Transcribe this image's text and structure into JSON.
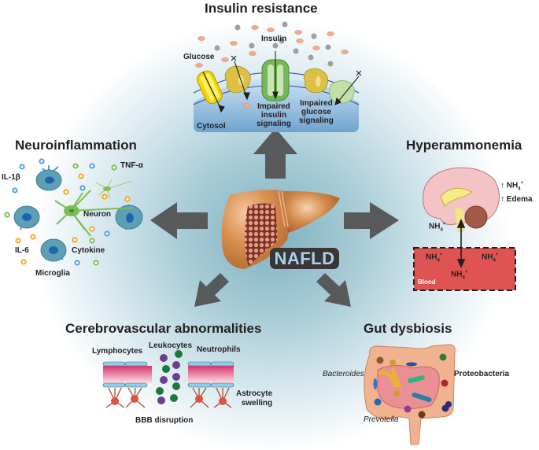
{
  "center": {
    "label": "NAFLD",
    "organ_icon": "liver-icon"
  },
  "insulin_resistance": {
    "title": "Insulin resistance",
    "labels": {
      "glucose": "Glucose",
      "insulin": "Insulin",
      "cytosol": "Cytosol",
      "impaired_insulin": [
        "Impaired",
        "insulin",
        "signaling"
      ],
      "impaired_glucose": [
        "Impaired",
        "glucose",
        "signaling"
      ]
    },
    "blocked_mark": "×"
  },
  "neuroinflammation": {
    "title": "Neuroinflammation",
    "labels": {
      "il1b": "IL-1β",
      "tnfa": "TNF-α",
      "neuron": "Neuron",
      "il6": "IL-6",
      "cytokine": "Cytokine",
      "microglia": "Microglia"
    }
  },
  "hyperammonemia": {
    "title": "Hyperammonemia",
    "labels": {
      "nh4_up": "NH",
      "nh4_sub": "4",
      "nh4_sup": "+",
      "edema": "Edema",
      "up_arrow": "↑",
      "blood": "Blood"
    }
  },
  "cerebrovascular": {
    "title": "Cerebrovascular abnormalities",
    "labels": {
      "lymphocytes": "Lymphocytes",
      "leukocytes": "Leukocytes",
      "neutrophils": "Neutrophils",
      "astrocyte": [
        "Astrocyte",
        "swelling"
      ],
      "bbb": "BBB disruption"
    }
  },
  "gut_dysbiosis": {
    "title": "Gut dysbiosis",
    "labels": {
      "bacteroides": "Bacteroides",
      "proteobacteria": "Proteobacteria",
      "prevotella": "Prevotella"
    }
  },
  "colors": {
    "arrow": "#58595b",
    "nafld_text": "#a8d2ea",
    "nafld_bg": "#3a3537",
    "blood": "#e05353",
    "cytosol": "#a8cde8"
  }
}
